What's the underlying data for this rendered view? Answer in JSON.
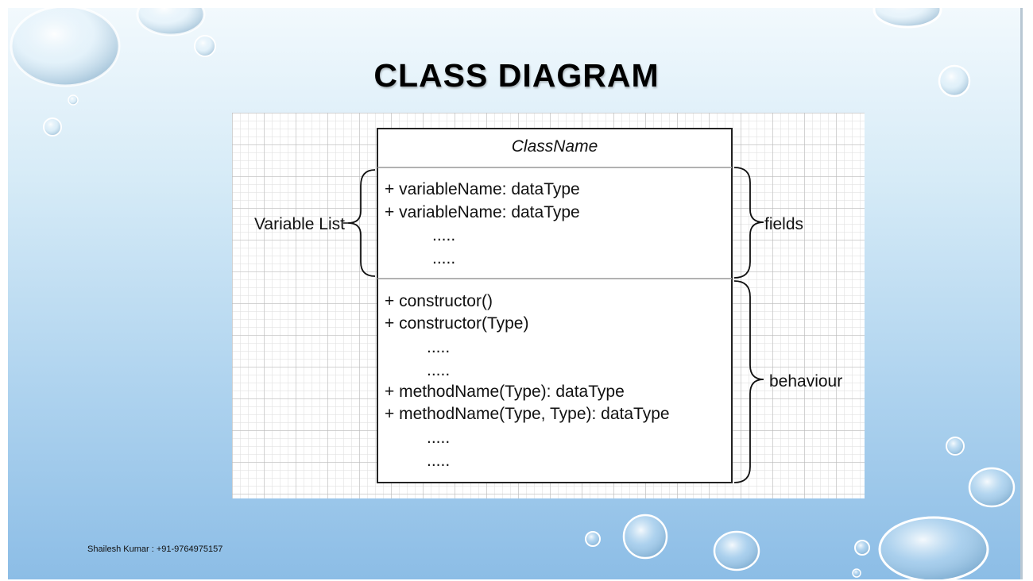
{
  "slide": {
    "title": "CLASS DIAGRAM",
    "footer": "Shailesh Kumar : +91-9764975157"
  },
  "diagram": {
    "class_name": "ClassName",
    "fields": [
      "+ variableName: dataType",
      "+ variableName: dataType",
      ".....",
      "....."
    ],
    "methods": [
      "+ constructor()",
      "+ constructor(Type)",
      ".....",
      ".....",
      "+ methodName(Type): dataType",
      "+ methodName(Type, Type): dataType",
      ".....",
      "....."
    ],
    "left_label": "Variable List",
    "right_label_fields": "fields",
    "right_label_methods": "behaviour",
    "colors": {
      "box_border": "#222222",
      "divider": "#999999",
      "brace": "#111111"
    }
  }
}
